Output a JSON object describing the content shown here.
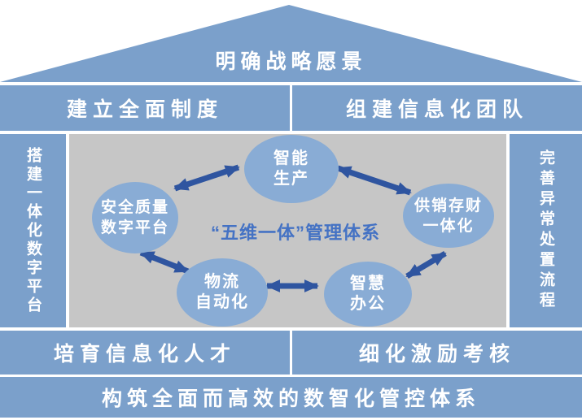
{
  "roof": {
    "label": "明确战略愿景"
  },
  "top_band": {
    "left": "建立全面制度",
    "right": "组建信息化团队"
  },
  "left_pillar": {
    "label": "搭建一体化数字平台"
  },
  "right_pillar": {
    "label": "完善异常处置流程"
  },
  "center": {
    "title": "“五维一体”管理体系",
    "nodes": [
      {
        "name": "intelligent-production",
        "line1": "智能",
        "line2": "生产"
      },
      {
        "name": "supply-sales-inventory-finance",
        "line1": "供销存财",
        "line2": "一体化"
      },
      {
        "name": "smart-office",
        "line1": "智慧",
        "line2": "办公"
      },
      {
        "name": "logistics-automation",
        "line1": "物流",
        "line2": "自动化"
      },
      {
        "name": "safety-quality-digital-platform",
        "line1": "安全质量",
        "line2": "数字平台"
      }
    ]
  },
  "bottom_band": {
    "left": "培育信息化人才",
    "right": "细化激励考核"
  },
  "footer": {
    "label": "构筑全面而高效的数智化管控体系"
  },
  "colors": {
    "band_blue": "#7BA0CB",
    "ellipse_blue": "#89ACD5",
    "panel_gray": "#C6C6C6",
    "arrow_blue": "#2F55A0",
    "title_blue": "#4472C4",
    "text_white": "#FFFFFF"
  }
}
